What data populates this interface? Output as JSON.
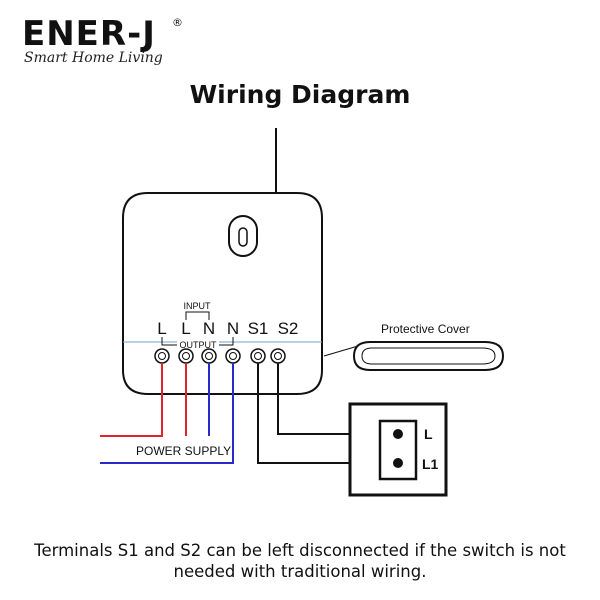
{
  "logo": {
    "brand": "ENER-J",
    "registered": "®",
    "tagline": "Smart Home Living"
  },
  "title": "Wiring Diagram",
  "terminals": {
    "input_label": "INPUT",
    "output_label": "OUTPUT",
    "labels": [
      "L",
      "L",
      "N",
      "N",
      "S1",
      "S2"
    ]
  },
  "protective_cover_label": "Protective Cover",
  "power_supply_label": "POWER SUPPLY",
  "switch_labels": {
    "top": "L",
    "bottom": "L1"
  },
  "wire_colors": {
    "live": "#e0242b",
    "neutral": "#2a2ac8",
    "switch": "#111111"
  },
  "footnote": "Terminals S1 and S2 can be left disconnected if the switch is not needed with traditional wiring."
}
